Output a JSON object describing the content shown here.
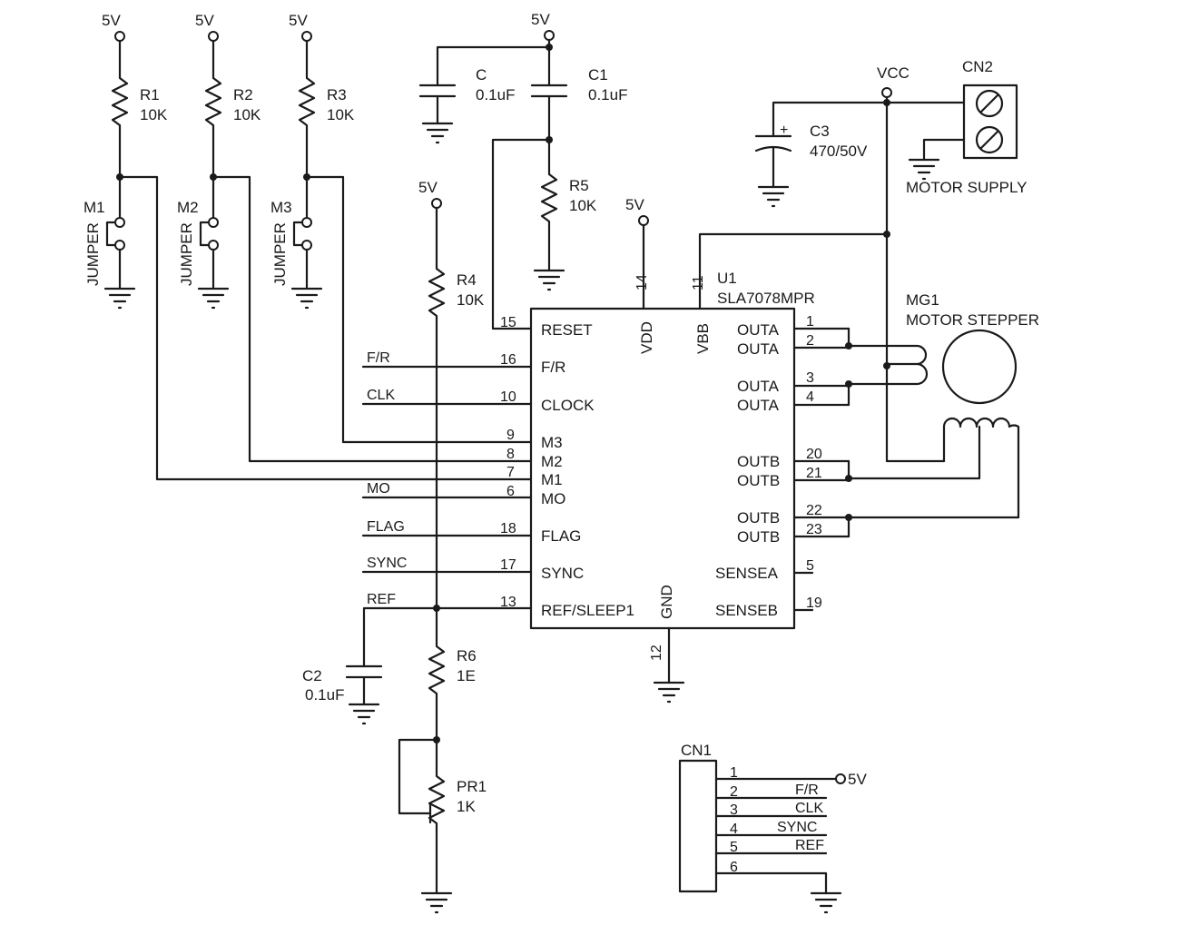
{
  "supply": {
    "v5": "5V",
    "vcc": "VCC"
  },
  "jumpers": [
    {
      "res_ref": "R1",
      "res_val": "10K",
      "ref": "M1",
      "type": "JUMPER"
    },
    {
      "res_ref": "R2",
      "res_val": "10K",
      "ref": "M2",
      "type": "JUMPER"
    },
    {
      "res_ref": "R3",
      "res_val": "10K",
      "ref": "M3",
      "type": "JUMPER"
    }
  ],
  "caps": {
    "c": {
      "ref": "C",
      "val": "0.1uF"
    },
    "c1": {
      "ref": "C1",
      "val": "0.1uF"
    },
    "c2": {
      "ref": "C2",
      "val": "0.1uF"
    },
    "c3": {
      "ref": "C3",
      "val": "470/50V",
      "polarity": "+"
    }
  },
  "resistors": {
    "r4": {
      "ref": "R4",
      "val": "10K"
    },
    "r5": {
      "ref": "R5",
      "val": "10K"
    },
    "r6": {
      "ref": "R6",
      "val": "1E"
    },
    "pr1": {
      "ref": "PR1",
      "val": "1K"
    }
  },
  "u1": {
    "ref": "U1",
    "part": "SLA7078MPR",
    "left_pins": [
      {
        "num": "15",
        "name": "RESET"
      },
      {
        "num": "16",
        "name": "F/R"
      },
      {
        "num": "10",
        "name": "CLOCK"
      },
      {
        "num": "9",
        "name": "M3"
      },
      {
        "num": "8",
        "name": "M2"
      },
      {
        "num": "7",
        "name": "M1"
      },
      {
        "num": "6",
        "name": "MO"
      },
      {
        "num": "18",
        "name": "FLAG"
      },
      {
        "num": "17",
        "name": "SYNC"
      },
      {
        "num": "13",
        "name": "REF/SLEEP1"
      }
    ],
    "right_pins": [
      {
        "num": "1",
        "name": "OUTA"
      },
      {
        "num": "2",
        "name": "OUTA"
      },
      {
        "num": "3",
        "name": "OUTA"
      },
      {
        "num": "4",
        "name": "OUTA"
      },
      {
        "num": "20",
        "name": "OUTB"
      },
      {
        "num": "21",
        "name": "OUTB"
      },
      {
        "num": "22",
        "name": "OUTB"
      },
      {
        "num": "23",
        "name": "OUTB"
      },
      {
        "num": "5",
        "name": "SENSEA"
      },
      {
        "num": "19",
        "name": "SENSEB"
      }
    ],
    "top_pins": [
      {
        "num": "14",
        "name": "VDD"
      },
      {
        "num": "11",
        "name": "VBB"
      }
    ],
    "bottom_pins": [
      {
        "num": "12",
        "name": "GND"
      }
    ]
  },
  "signals": [
    "F/R",
    "CLK",
    "MO",
    "FLAG",
    "SYNC",
    "REF"
  ],
  "cn2": {
    "ref": "CN2",
    "label": "MOTOR SUPPLY"
  },
  "mg1": {
    "ref": "MG1",
    "label": "MOTOR STEPPER"
  },
  "cn1": {
    "ref": "CN1",
    "pins": [
      {
        "num": "1",
        "signal": "5V"
      },
      {
        "num": "2",
        "signal": "F/R"
      },
      {
        "num": "3",
        "signal": "CLK"
      },
      {
        "num": "4",
        "signal": "SYNC"
      },
      {
        "num": "5",
        "signal": "REF"
      },
      {
        "num": "6",
        "signal": ""
      }
    ]
  }
}
